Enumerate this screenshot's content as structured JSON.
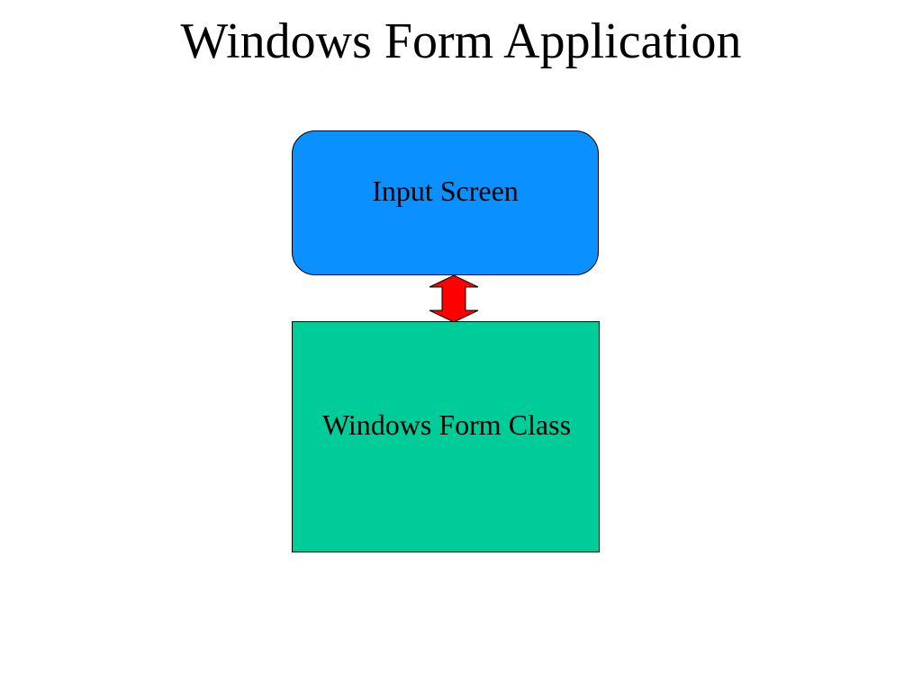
{
  "slide": {
    "title": "Windows Form Application"
  },
  "diagram": {
    "nodes": [
      {
        "id": "input-screen",
        "label": "Input Screen",
        "color": "#0a90ff",
        "shape": "rounded-rectangle"
      },
      {
        "id": "windows-form-class",
        "label": "Windows Form Class",
        "color": "#00cc99",
        "shape": "rectangle"
      }
    ],
    "connector": {
      "from": "input-screen",
      "to": "windows-form-class",
      "style": "double-headed-arrow",
      "color": "#ff0000"
    }
  }
}
